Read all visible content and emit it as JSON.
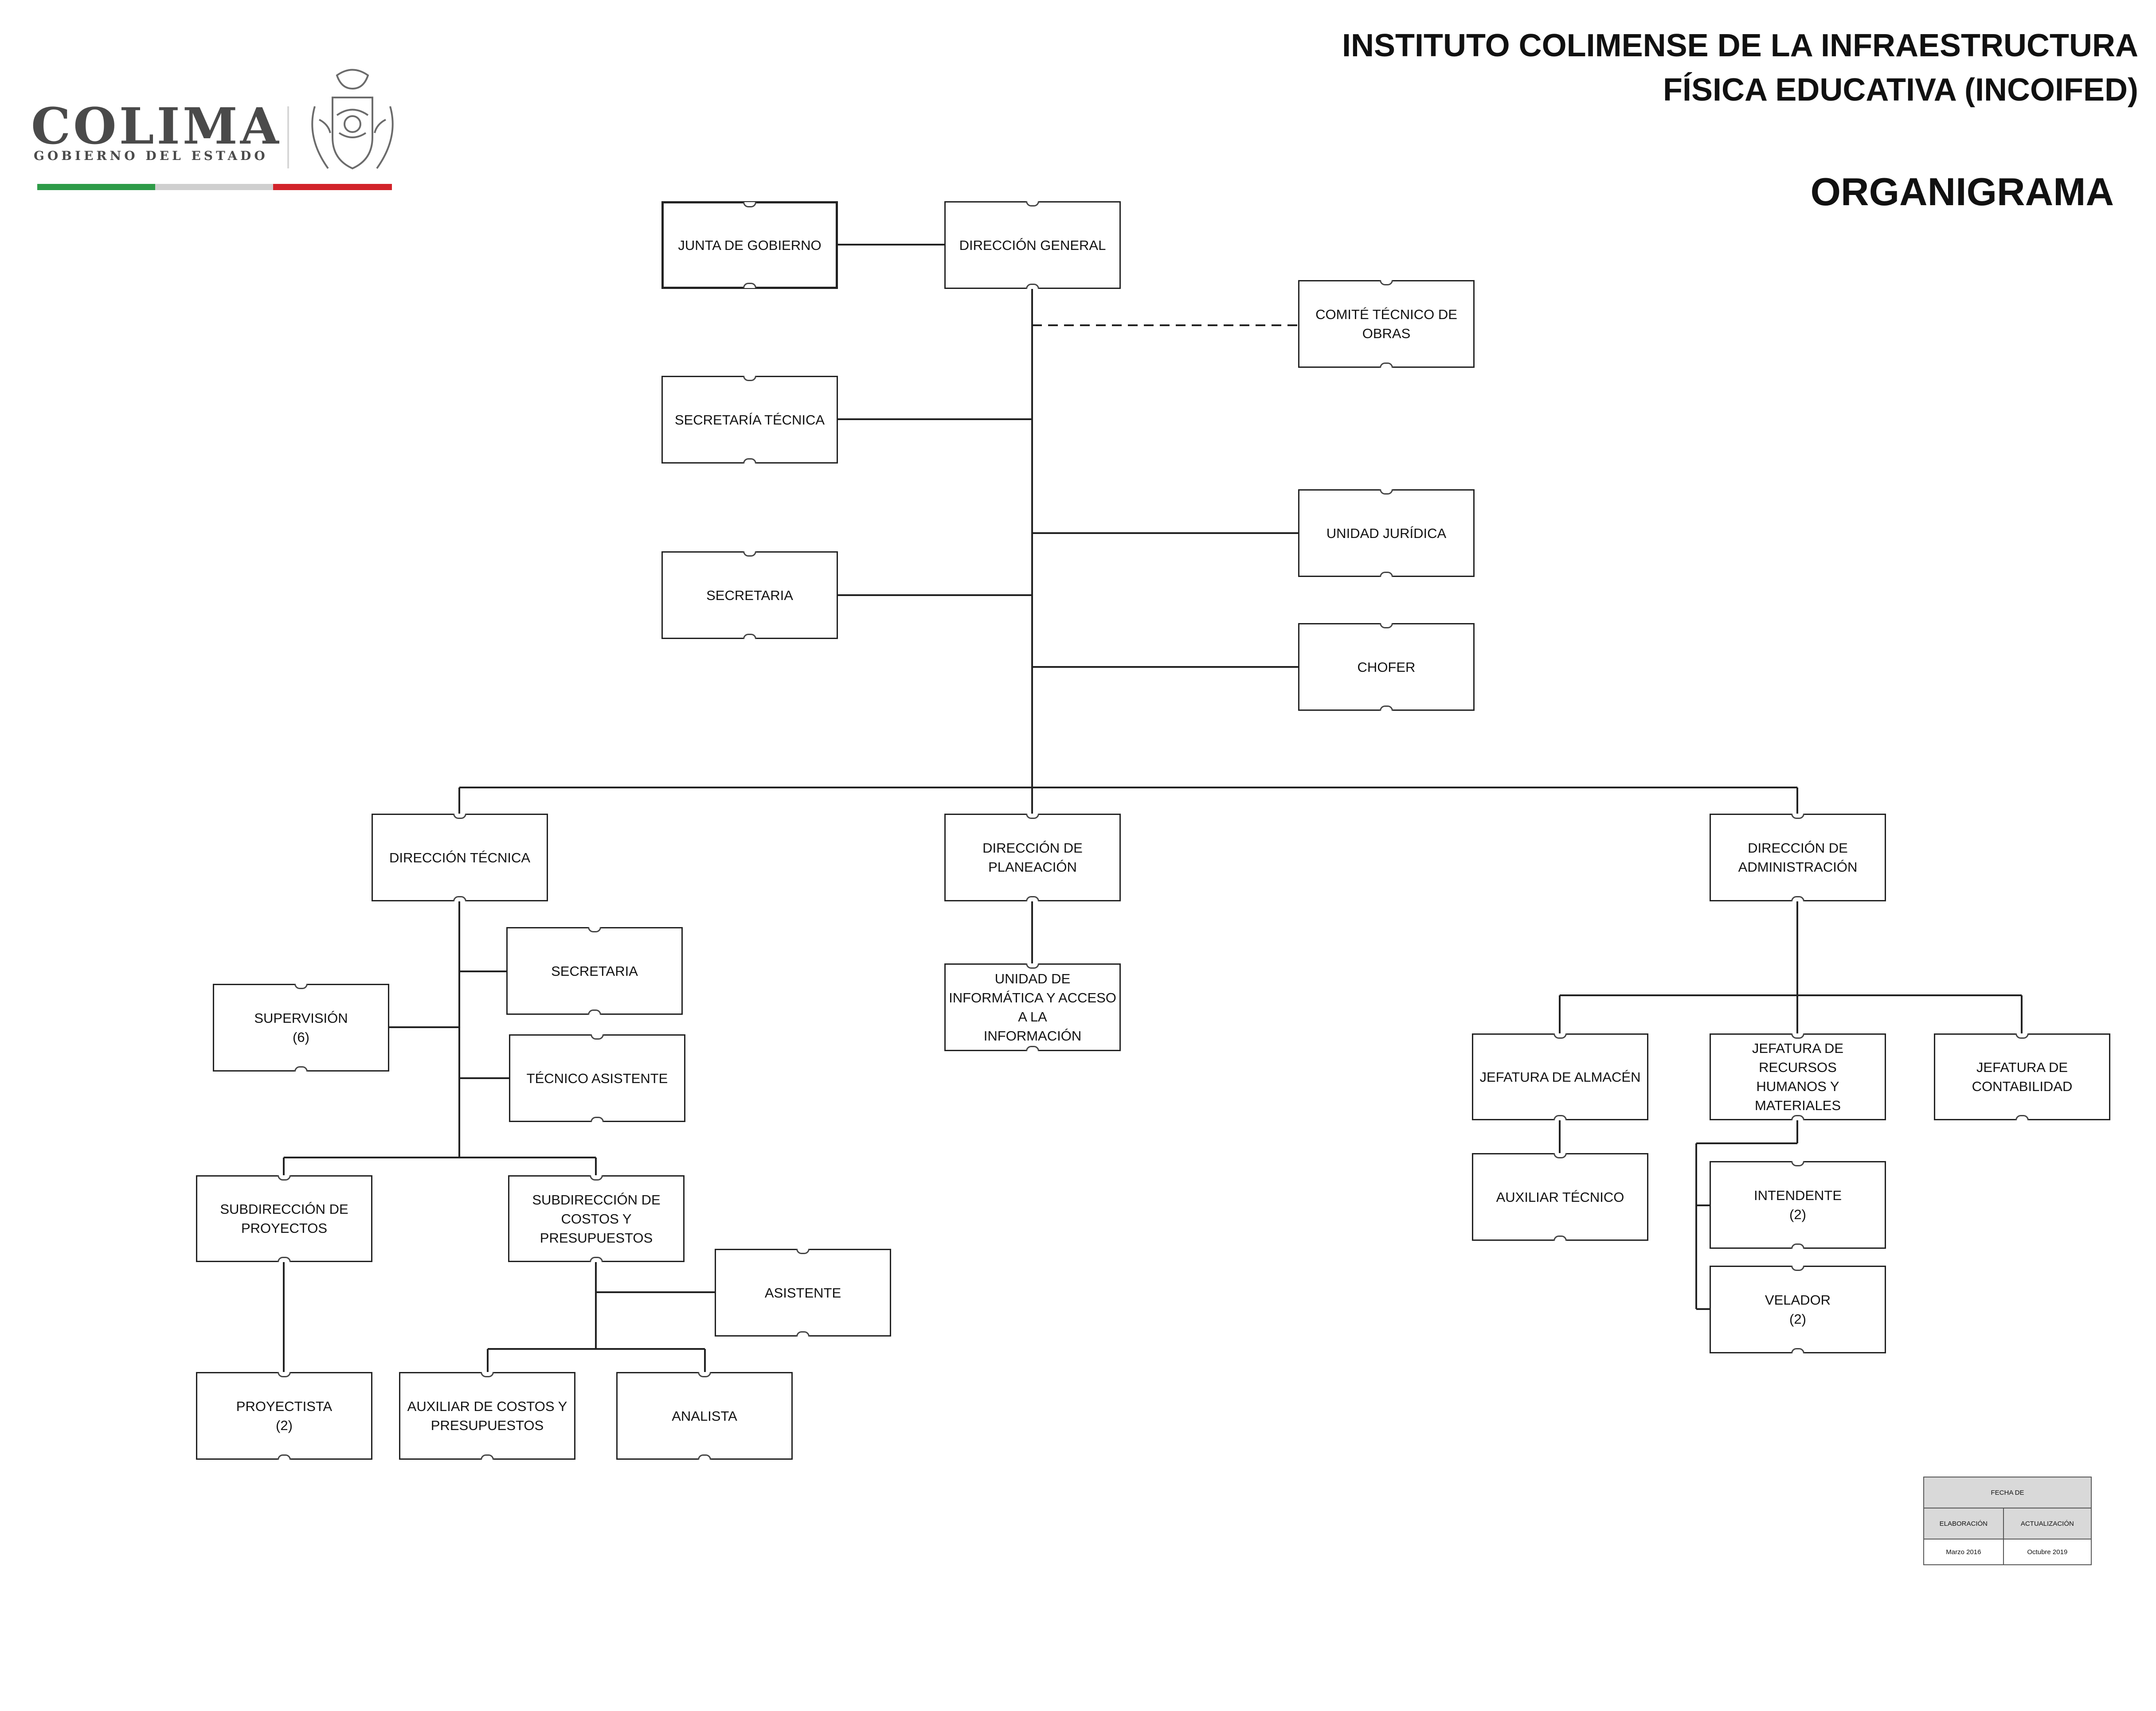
{
  "header": {
    "title_line1": "INSTITUTO COLIMENSE DE LA INFRAESTRUCTURA",
    "title_line2": "FÍSICA EDUCATIVA (INCOIFED)",
    "subtitle": "ORGANIGRAMA"
  },
  "logo": {
    "word": "COLIMA",
    "subtext": "GOBIERNO DEL ESTADO",
    "icon": "coat-of-arms-icon",
    "colors": {
      "green": "#2e9b48",
      "gray": "#cfcfcf",
      "red": "#d2232a",
      "text": "#4a4a4a"
    }
  },
  "org": {
    "junta_gobierno": "JUNTA DE GOBIERNO",
    "direccion_general": "DIRECCIÓN GENERAL",
    "comite_tecnico": "COMITÉ TÉCNICO DE\nOBRAS",
    "secretaria_tecnica": "SECRETARÍA TÉCNICA",
    "secretaria_dg": "SECRETARIA",
    "unidad_juridica": "UNIDAD JURÍDICA",
    "chofer": "CHOFER",
    "direccion_tecnica": "DIRECCIÓN TÉCNICA",
    "direccion_planeacion": "DIRECCIÓN DE\nPLANEACIÓN",
    "direccion_administracion": "DIRECCIÓN DE\nADMINISTRACIÓN",
    "secretaria_dt": "SECRETARIA",
    "supervision": "SUPERVISIÓN\n(6)",
    "tecnico_asistente": "TÉCNICO ASISTENTE",
    "subdireccion_proyectos": "SUBDIRECCIÓN DE\nPROYECTOS",
    "subdireccion_costos": "SUBDIRECCIÓN DE\nCOSTOS Y\nPRESUPUESTOS",
    "asistente": "ASISTENTE",
    "proyectista": "PROYECTISTA\n(2)",
    "auxiliar_costos": "AUXILIAR DE COSTOS Y\nPRESUPUESTOS",
    "analista": "ANALISTA",
    "unidad_informatica": "UNIDAD  DE\nINFORMÁTICA Y ACCESO\nA LA\nINFORMACIÓN",
    "jefatura_almacen": "JEFATURA DE ALMACÉN",
    "jefatura_rrhh": "JEFATURA DE RECURSOS\nHUMANOS Y MATERIALES",
    "jefatura_contabilidad": "JEFATURA DE\nCONTABILIDAD",
    "auxiliar_tecnico": "AUXILIAR TÉCNICO",
    "intendente": "INTENDENTE\n(2)",
    "velador": "VELADOR\n(2)"
  },
  "dates": {
    "header": "FECHA DE",
    "col1_label": "ELABORACIÓN",
    "col2_label": "ACTUALIZACIÓN",
    "col1_value": "Marzo 2016",
    "col2_value": "Octubre 2019"
  }
}
